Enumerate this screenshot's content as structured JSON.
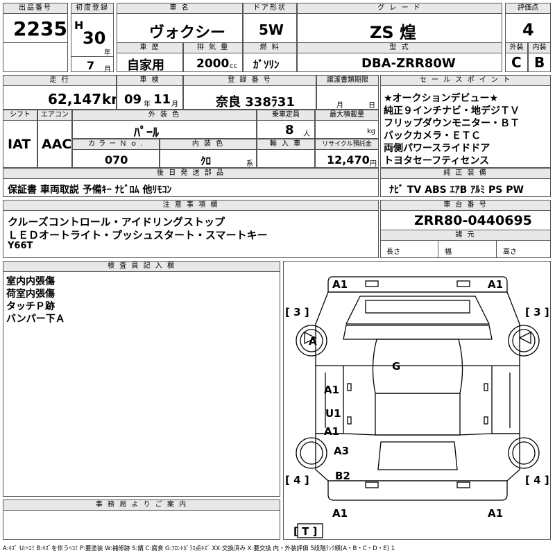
{
  "lot": {
    "label": "出品番号",
    "value": "2235"
  },
  "first_reg": {
    "label": "初度登録",
    "era": "H",
    "year": "30",
    "year_unit": "年",
    "month": "7",
    "month_unit": "月"
  },
  "car_name": {
    "label": "車 名",
    "value": "ヴォクシー"
  },
  "door": {
    "label": "ドア形状",
    "value": "5W"
  },
  "grade": {
    "label": "グ レ ー ド",
    "value": "ZS 煌"
  },
  "score": {
    "label": "評価点",
    "value": "4",
    "ext_label": "外装",
    "int_label": "内装",
    "ext": "C",
    "int": "B"
  },
  "history": {
    "label": "車 歴",
    "value": "自家用"
  },
  "displacement": {
    "label": "排 気 量",
    "value": "2000",
    "unit": "cc"
  },
  "fuel": {
    "label": "燃 料",
    "value": "ｶﾞｿﾘﾝ"
  },
  "model": {
    "label": "型 式",
    "value": "DBA-ZRR80W"
  },
  "mileage": {
    "label": "走 行",
    "value": "62,147",
    "unit": "km"
  },
  "inspection": {
    "label": "車 検",
    "year": "09",
    "year_unit": "年",
    "month": "11",
    "month_unit": "月"
  },
  "reg_no": {
    "label": "登 録 番 号",
    "value": "奈良 338ﾗ31"
  },
  "transfer": {
    "label": "譲渡書類期限",
    "month_unit": "月",
    "day_unit": "日"
  },
  "shift": {
    "label": "シフト",
    "value": "IAT"
  },
  "aircon": {
    "label": "エアコン",
    "value": "AAC"
  },
  "ext_color": {
    "label": "外 装 色",
    "value": "ﾊﾟｰﾙ"
  },
  "capacity": {
    "label": "乗車定員",
    "value": "8",
    "unit": "人"
  },
  "load": {
    "label": "最大積載量",
    "unit": "kg"
  },
  "color_no": {
    "label": "カ ラ ー Ｎ ｏ .",
    "value": "070"
  },
  "int_color": {
    "label": "内 装 色",
    "value": "ｸﾛ",
    "unit": "系"
  },
  "import": {
    "label": "輸 入 車"
  },
  "recycle": {
    "label": "リサイクル預託金",
    "value": "12,470",
    "unit": "円"
  },
  "sale_points": {
    "label": "セ ー ル ス ポ イ ン ト",
    "items": [
      "★オークションデビュー★",
      "純正９インチナビ・地デジＴＶ",
      "フリップダウンモニター・ＢＴ",
      "バックカメラ・ＥＴＣ",
      "両側パワースライドドア",
      "トヨタセーフティセンス"
    ]
  },
  "later_parts": {
    "label": "後 日 発 送 部 品",
    "value": "保証書 車両取説 予備ｷｰ ﾅﾋﾞﾛﾑ 他ﾘﾓｺﾝ"
  },
  "equipment": {
    "label": "純 正 装 備",
    "value": "ﾅﾋﾞ TV ABS ｴｱB ｱﾙﾐ PS PW"
  },
  "notes": {
    "label": "注 意 事 項 欄",
    "lines": [
      "クルーズコントロール・アイドリングストップ",
      "ＬＥＤオートライト・プッシュスタート・スマートキー",
      "Y66T"
    ]
  },
  "chassis": {
    "label": "車 台 番 号",
    "value": "ZRR80-0440695"
  },
  "specs": {
    "label": "諸 元",
    "length": "長さ",
    "width": "幅",
    "height": "高さ"
  },
  "inspector": {
    "label": "検 査 員 記 入 欄",
    "lines": [
      "室内内張傷",
      "荷室内張傷",
      "タッチＰ跡",
      "バンパー下Ａ"
    ]
  },
  "office": {
    "label": "事 務 局 よ り ご 案 内"
  },
  "diagram": {
    "marks": [
      "A1",
      "A1",
      "A",
      "G",
      "A1",
      "U1",
      "A1",
      "A3",
      "B2",
      "A1",
      "A1"
    ],
    "tires": [
      "[ 3 ]",
      "[ 3 ]",
      "[ 4 ]",
      "[ 4 ]",
      "[ T ]"
    ]
  },
  "legend": "A:ｷｽﾞ U:ﾍｺﾐ B:ｷｽﾞを伴うﾍｺﾐ P:要塗装 W:補修跡 S:錆 C:腐食 G:ﾌﾛﾝﾄｶﾞﾗｽ点ｷｽﾞ XX:交換済み X:要交換 内・外装評価 5段階ﾗﾝｸ順(A・B・C・D・E) 1"
}
